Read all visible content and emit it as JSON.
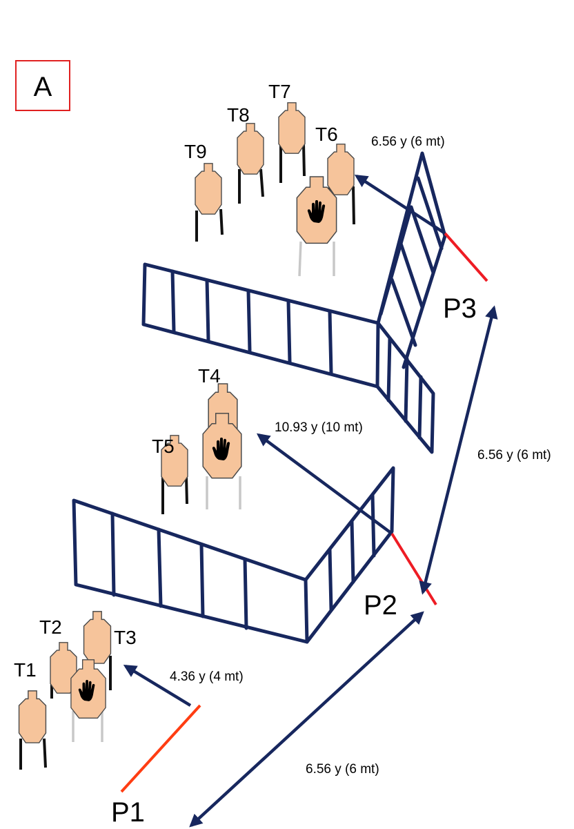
{
  "stage_label": "A",
  "colors": {
    "wall": "#17275e",
    "fault_line_red": "#ee1c24",
    "fault_line_orange": "#ff3d12",
    "target_fill": "#f6c49b",
    "label_box_border": "#e02020"
  },
  "positions": [
    {
      "id": "p1",
      "label": "P1"
    },
    {
      "id": "p2",
      "label": "P2"
    },
    {
      "id": "p3",
      "label": "P3"
    }
  ],
  "targets": [
    {
      "id": "t1",
      "label": "T1",
      "no_shoot": false
    },
    {
      "id": "t2",
      "label": "T2",
      "no_shoot": false
    },
    {
      "id": "t3",
      "label": "T3",
      "no_shoot": false
    },
    {
      "id": "t4",
      "label": "T4",
      "no_shoot": false
    },
    {
      "id": "t5",
      "label": "T5",
      "no_shoot": false
    },
    {
      "id": "t6",
      "label": "T6",
      "no_shoot": false
    },
    {
      "id": "t7",
      "label": "T7",
      "no_shoot": false
    },
    {
      "id": "t8",
      "label": "T8",
      "no_shoot": false
    },
    {
      "id": "t9",
      "label": "T9",
      "no_shoot": false
    }
  ],
  "no_shoot_icon": "hand-icon",
  "distances": {
    "top": "6.56 y (6 mt)",
    "mid_right": "6.56 y (6 mt)",
    "p2_target": "10.93 y (10 mt)",
    "p1_target": "4.36 y (4 mt)",
    "bottom": "6.56 y (6 mt)"
  }
}
